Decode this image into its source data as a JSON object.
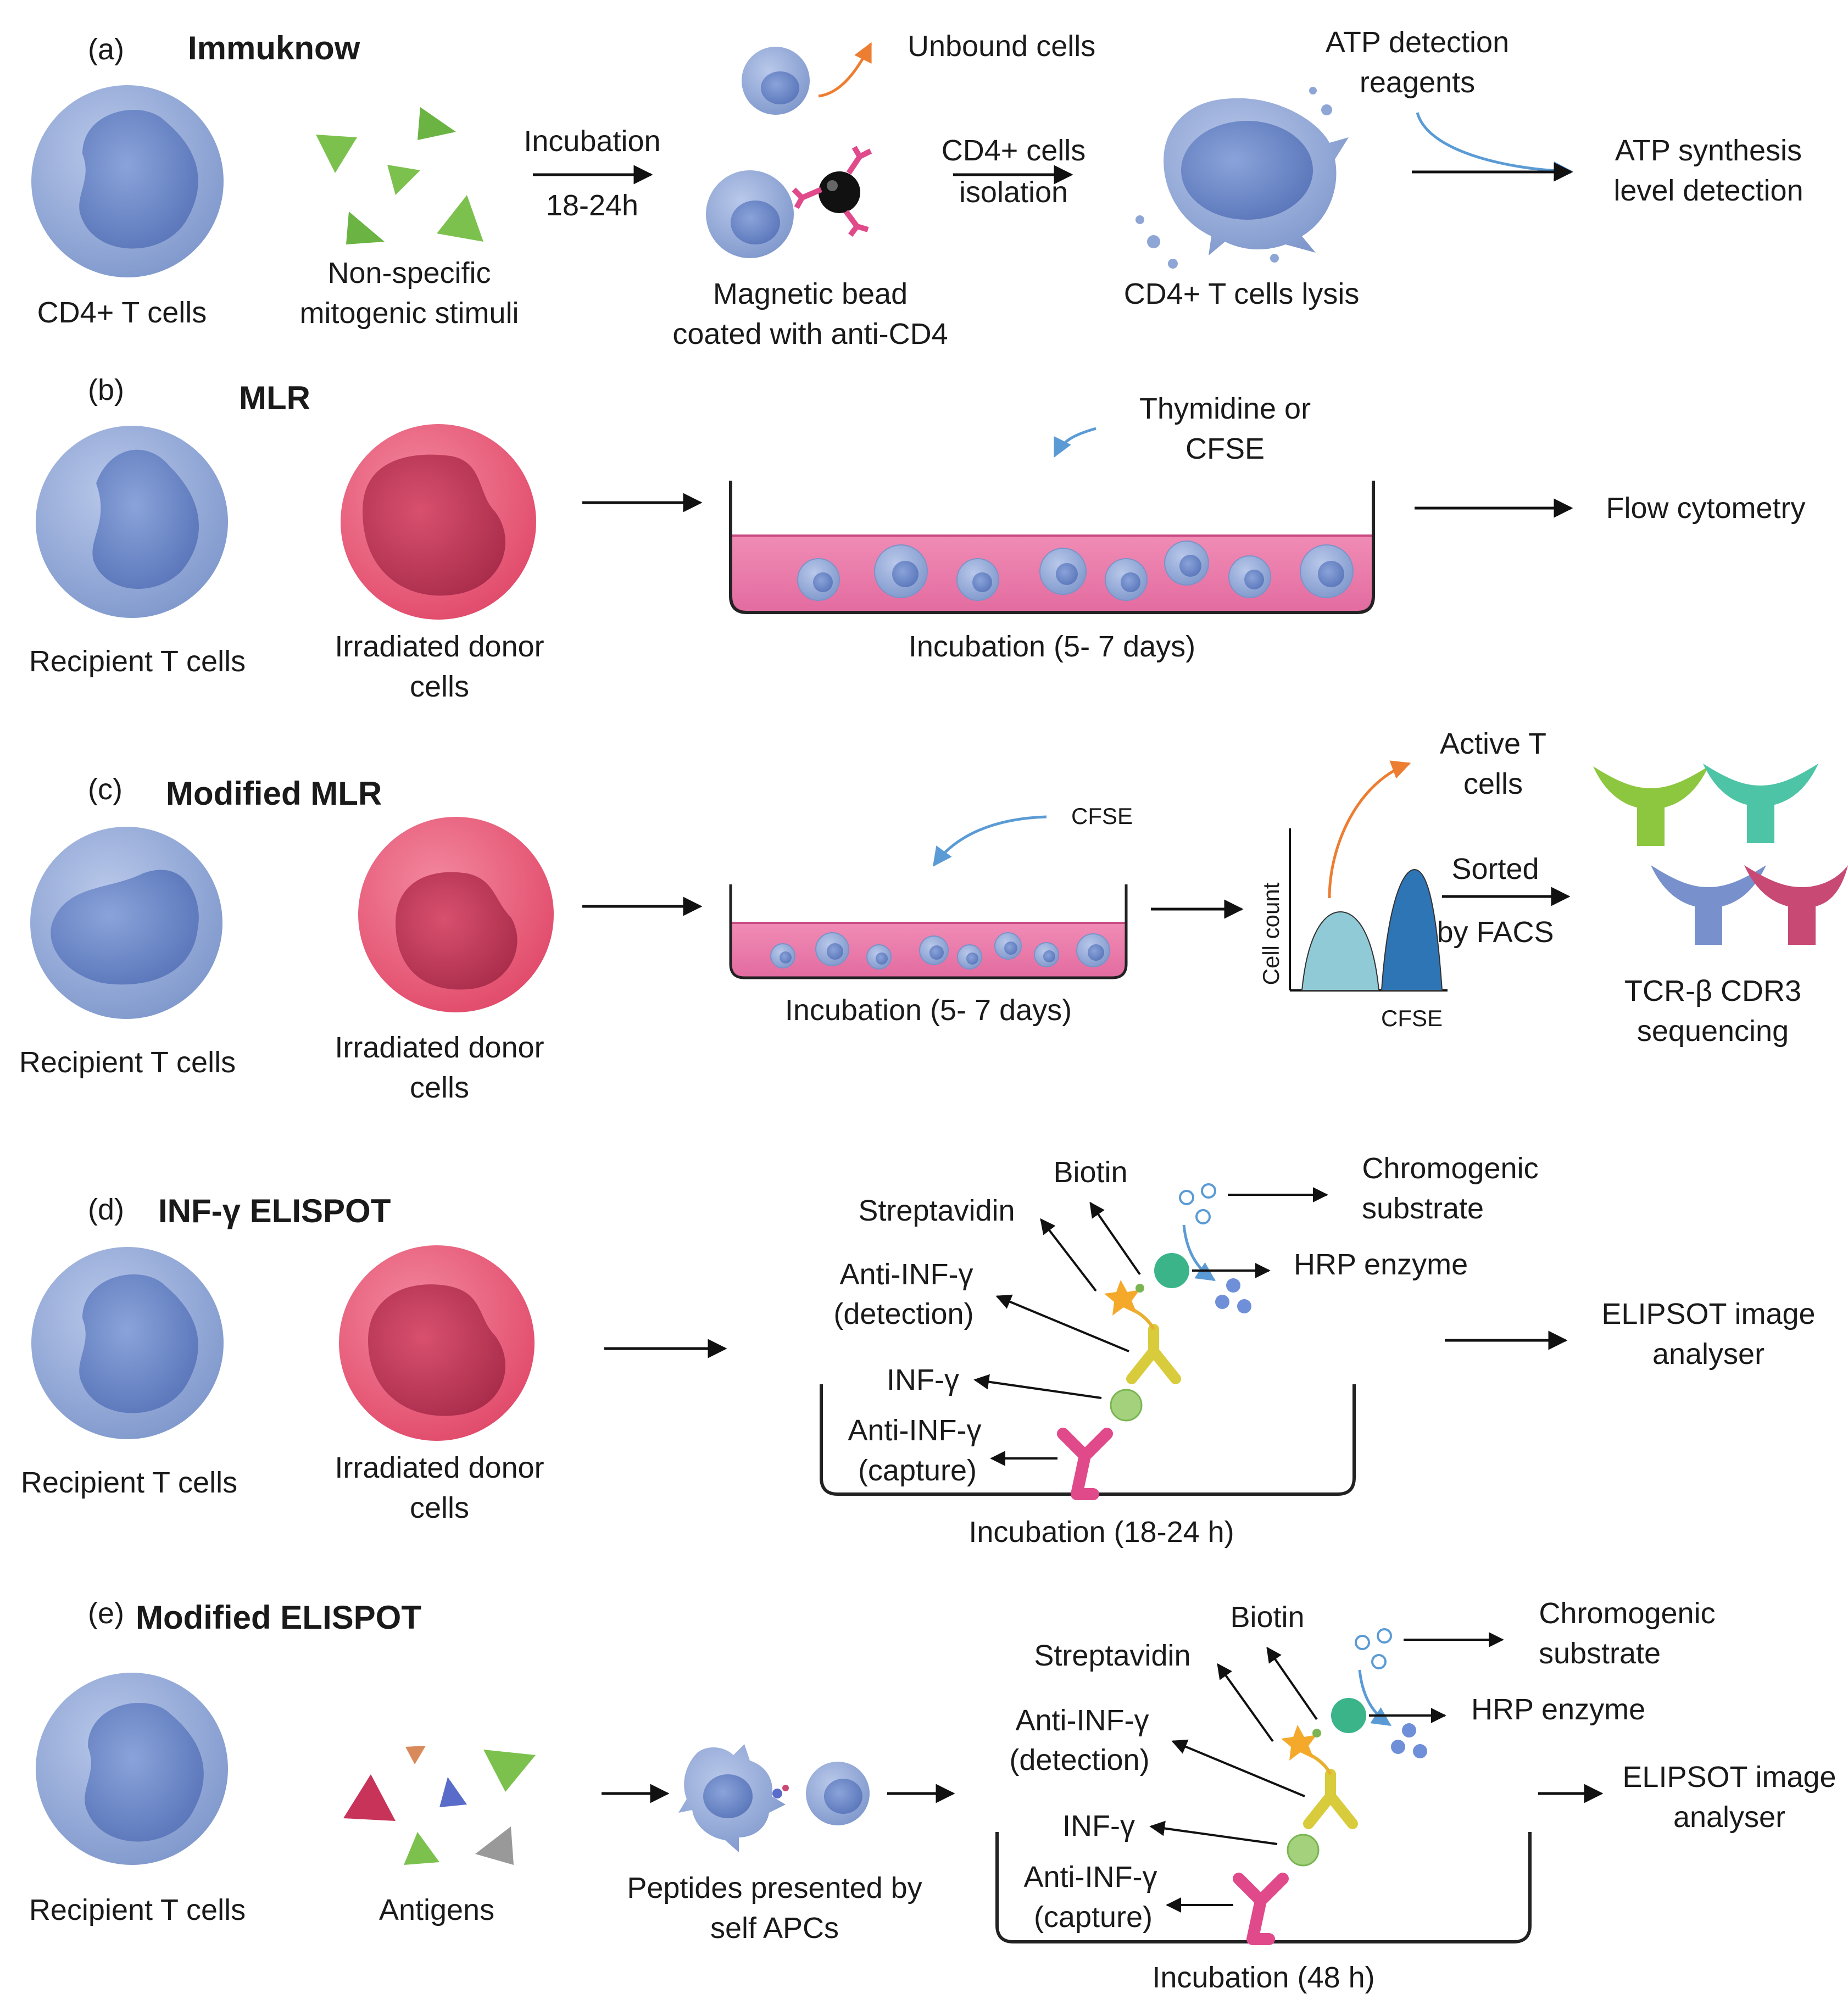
{
  "panels": {
    "a": {
      "tag": "(a)",
      "title": "Immuknow",
      "cell_label": "CD4+ T cells",
      "stimuli_label_1": "Non-specific",
      "stimuli_label_2": "mitogenic stimuli",
      "incubation_label": "Incubation",
      "incubation_time": "18-24h",
      "unbound_label": "Unbound cells",
      "bead_label_1": "Magnetic bead",
      "bead_label_2": "coated with anti-CD4",
      "isolation_label_1": "CD4+ cells",
      "isolation_label_2": "isolation",
      "lysis_label": "CD4+ T cells lysis",
      "reagents_label_1": "ATP detection",
      "reagents_label_2": "reagents",
      "result_label_1": "ATP synthesis",
      "result_label_2": "level detection"
    },
    "b": {
      "tag": "(b)",
      "title": "MLR",
      "recipient_label": "Recipient T cells",
      "donor_label_1": "Irradiated donor",
      "donor_label_2": "cells",
      "reagent_label_1": "Thymidine or",
      "reagent_label_2": "CFSE",
      "incubation_label": "Incubation  (5- 7 days)",
      "result_label": "Flow cytometry"
    },
    "c": {
      "tag": "(c)",
      "title": "Modified MLR",
      "recipient_label": "Recipient T cells",
      "donor_label_1": "Irradiated donor",
      "donor_label_2": "cells",
      "reagent_label": "CFSE",
      "incubation_label": "Incubation  (5- 7 days)",
      "hist_ylabel": "Cell count",
      "hist_xlabel": "CFSE",
      "active_label_1": "Active T",
      "active_label_2": "cells",
      "sort_label_1": "Sorted",
      "sort_label_2": "by FACS",
      "result_label_1": "TCR-β CDR3",
      "result_label_2": "sequencing"
    },
    "d": {
      "tag": "(d)",
      "title": "INF-γ ELISPOT",
      "recipient_label": "Recipient T cells",
      "donor_label_1": "Irradiated donor",
      "donor_label_2": "cells",
      "biotin": "Biotin",
      "streptavidin": "Streptavidin",
      "chromogenic_1": "Chromogenic",
      "chromogenic_2": "substrate",
      "hrp": "HRP enzyme",
      "detection_1": "Anti-INF-γ",
      "detection_2": "(detection)",
      "inf": "INF-γ",
      "capture_1": "Anti-INF-γ",
      "capture_2": "(capture)",
      "incubation_label": "Incubation  (18-24 h)",
      "result_label_1": "ELIPSOT image",
      "result_label_2": "analyser"
    },
    "e": {
      "tag": "(e)",
      "title": "Modified ELISPOT",
      "recipient_label": "Recipient T cells",
      "antigens_label": "Antigens",
      "apc_label_1": "Peptides presented by",
      "apc_label_2": "self APCs",
      "biotin": "Biotin",
      "streptavidin": "Streptavidin",
      "chromogenic_1": "Chromogenic",
      "chromogenic_2": "substrate",
      "hrp": "HRP enzyme",
      "detection_1": "Anti-INF-γ",
      "detection_2": "(detection)",
      "inf": "INF-γ",
      "capture_1": "Anti-INF-γ",
      "capture_2": "(capture)",
      "incubation_label": "Incubation  (48 h)",
      "result_label_1": "ELIPSOT image",
      "result_label_2": "analyser"
    }
  },
  "colors": {
    "tcell": "#8ea6d6",
    "donor": "#e85876",
    "medium": "#e77aa8",
    "antibody_detect": "#d8cc3c",
    "antibody_capture": "#e04a8a",
    "arrow_blue": "#5b9bd5",
    "arrow_orange": "#ed7d31"
  }
}
